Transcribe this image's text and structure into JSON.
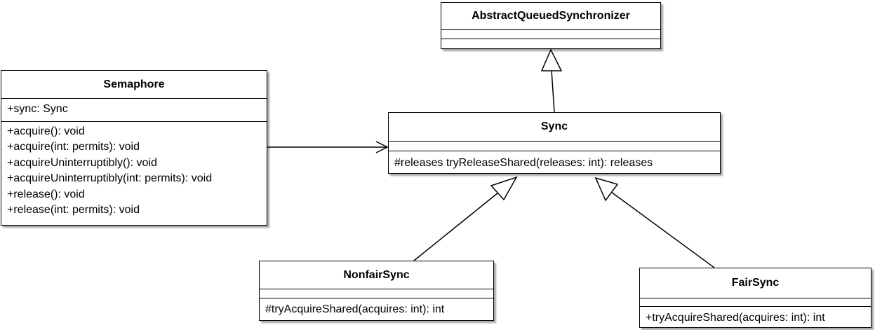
{
  "classes": {
    "aqs": {
      "name": "AbstractQueuedSynchronizer",
      "attributes": [],
      "operations": []
    },
    "semaphore": {
      "name": "Semaphore",
      "attributes": [
        "+sync: Sync"
      ],
      "operations": [
        "+acquire(): void",
        "+acquire(int: permits): void",
        "+acquireUninterruptibly(): void",
        "+acquireUninterruptibly(int: permits): void",
        "+release(): void",
        "+release(int: permits): void"
      ]
    },
    "sync": {
      "name": "Sync",
      "attributes": [],
      "operations": [
        "#releases tryReleaseShared(releases: int): releases"
      ]
    },
    "nonfair": {
      "name": "NonfairSync",
      "attributes": [],
      "operations": [
        "#tryAcquireShared(acquires: int): int"
      ]
    },
    "fair": {
      "name": "FairSync",
      "attributes": [],
      "operations": [
        "+tryAcquireShared(acquires: int): int"
      ]
    }
  }
}
